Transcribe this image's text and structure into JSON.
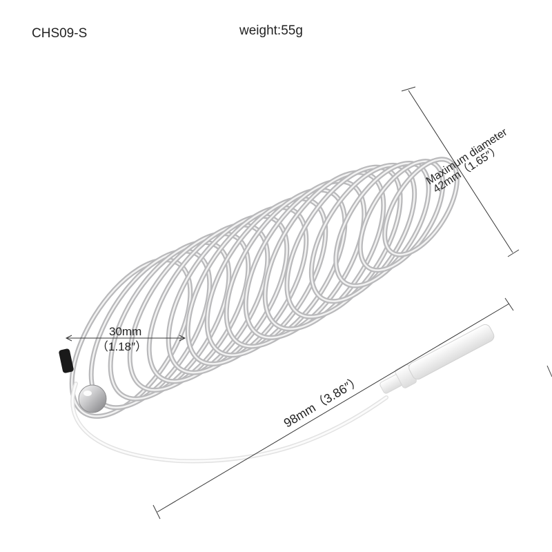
{
  "header": {
    "model": "CHS09-S",
    "weight": "weight:55g"
  },
  "dimensions": {
    "max_diameter_label": "Maximum diameter",
    "max_diameter_value": "42mm（1.65″）",
    "inner_diameter_value": "30mm",
    "inner_diameter_inch": "（1.18″）",
    "length_value": "98mm（3.86″）"
  },
  "colors": {
    "metal": "#b9b9bb",
    "metal_highlight": "#f2f2f2",
    "wire": "#f4f4f4",
    "text": "#222222"
  }
}
